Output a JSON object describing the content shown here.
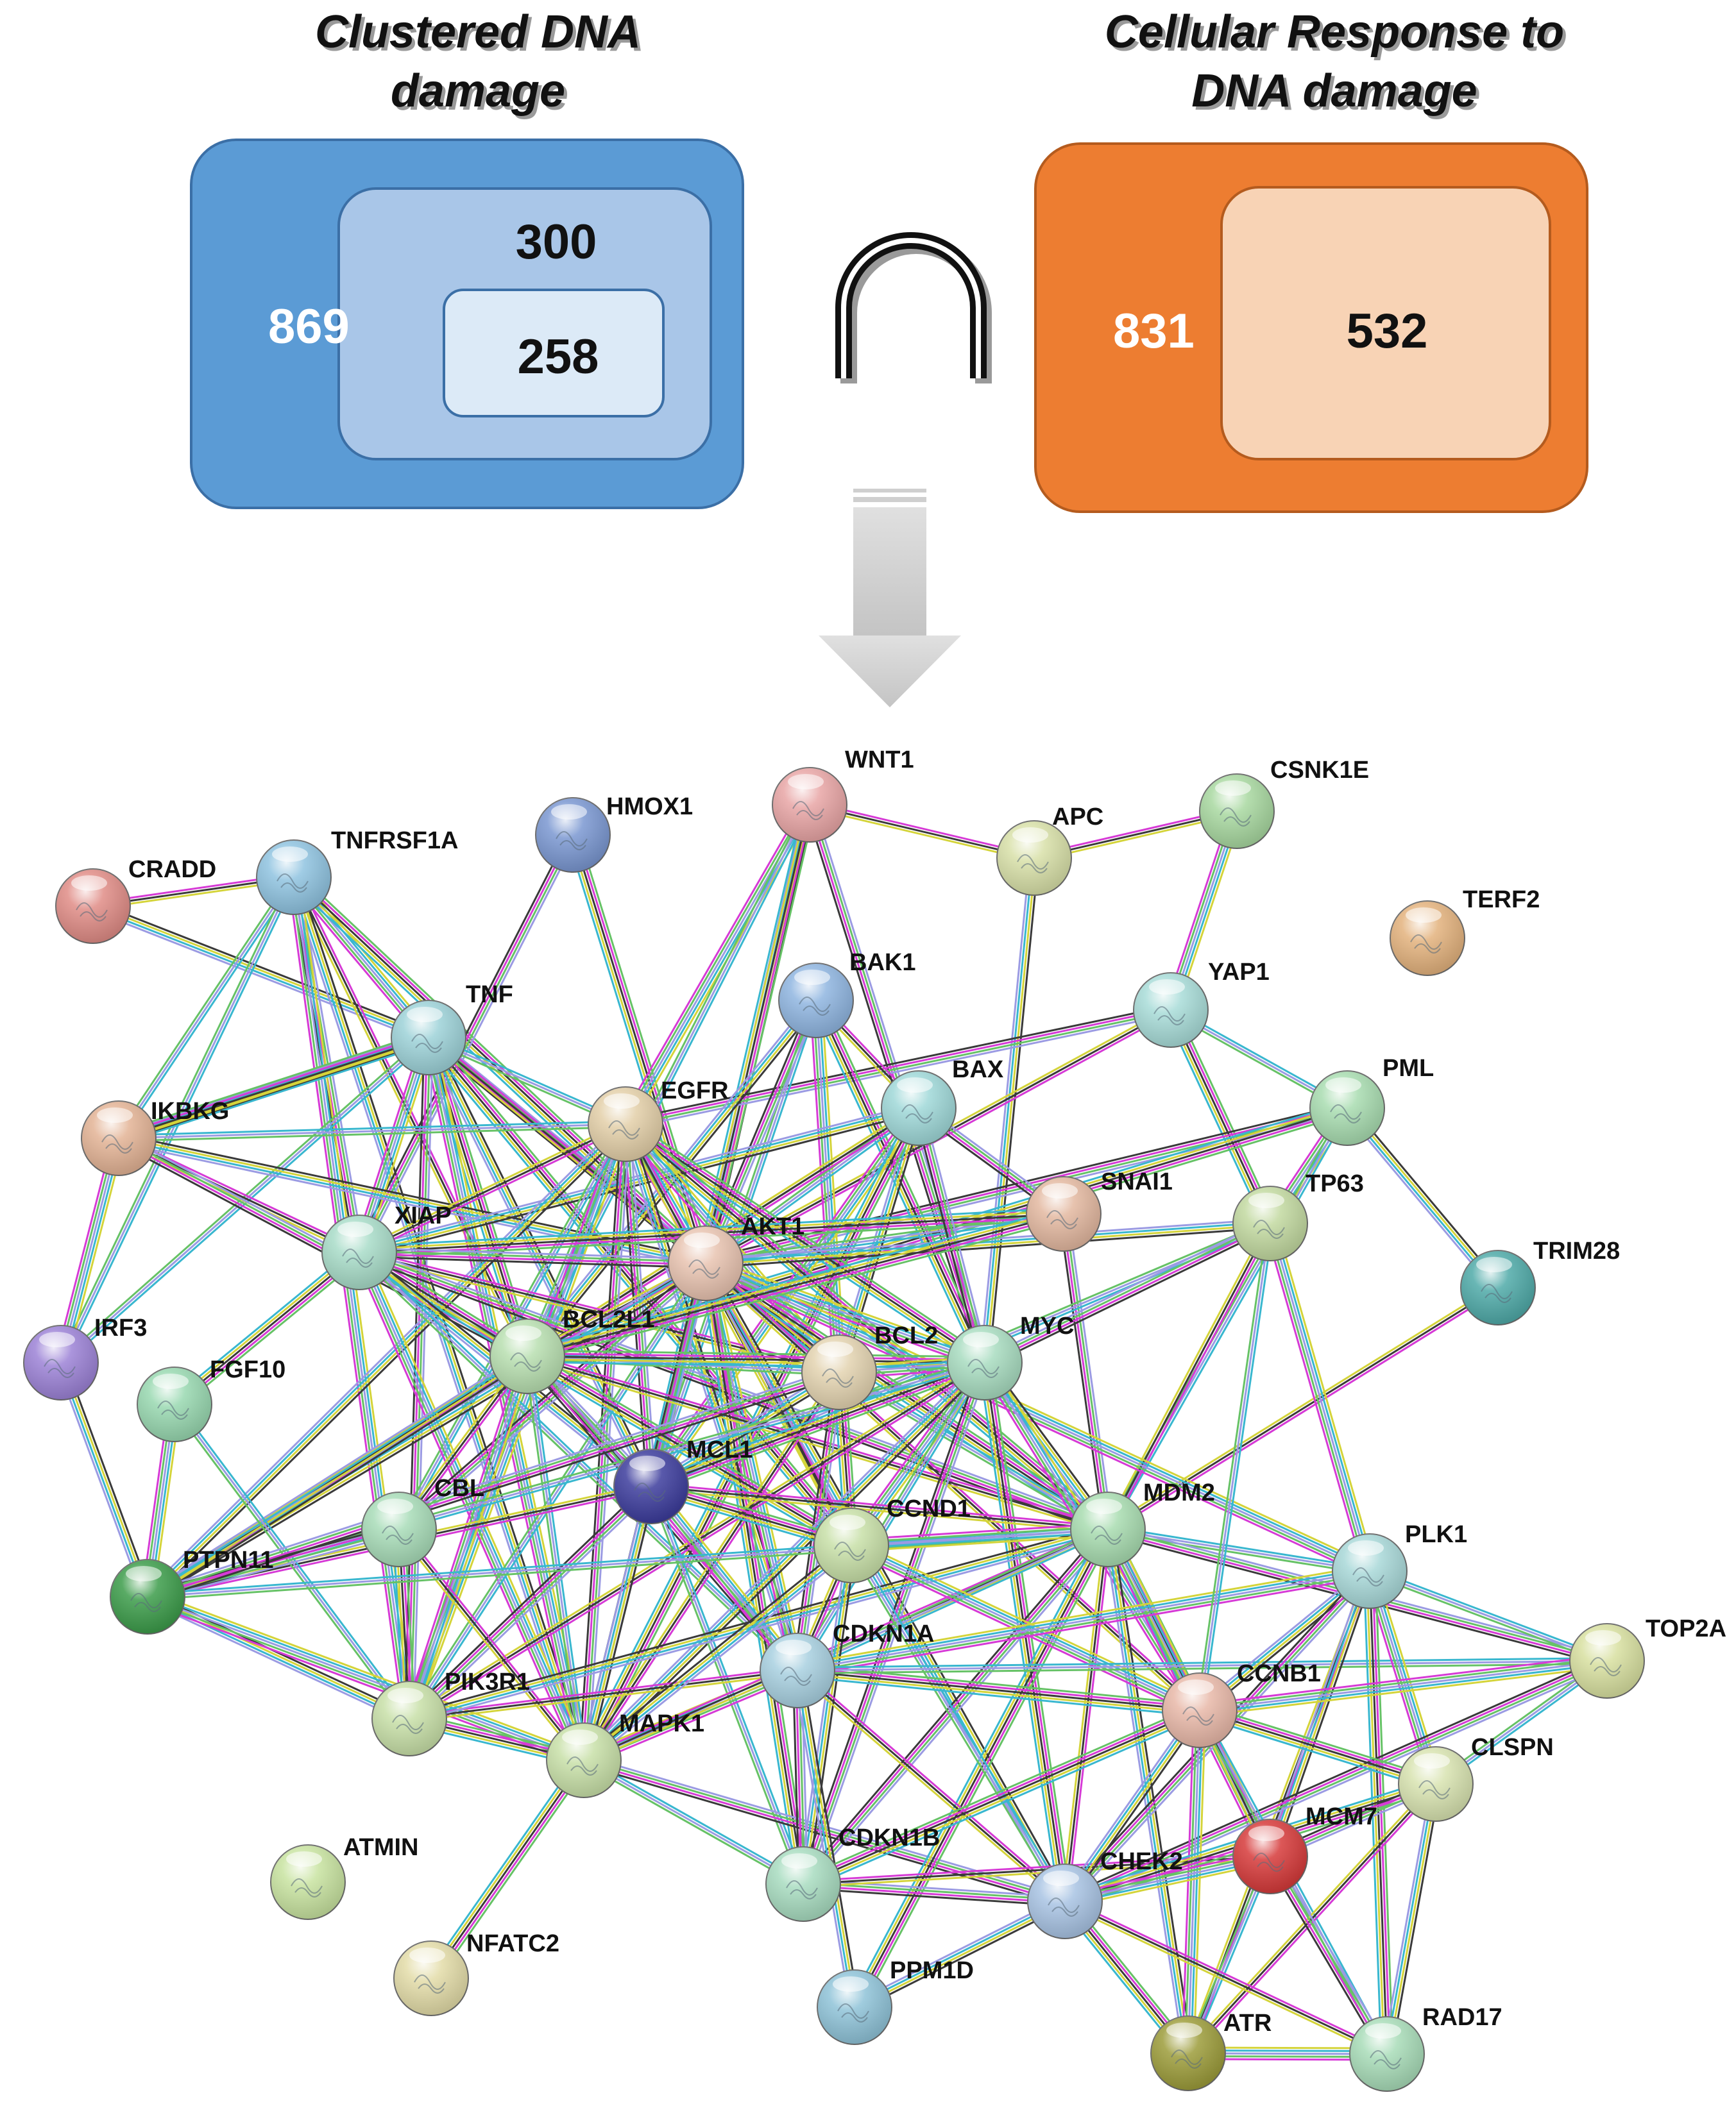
{
  "venn": {
    "left": {
      "title": [
        "Clustered DNA",
        "damage"
      ],
      "outer_count": "869",
      "middle_count": "300",
      "inner_count": "258",
      "colors": {
        "outer": "#5b9bd5",
        "middle": "#a9c6e8",
        "inner": "#dceaf7",
        "outer_text": "#ffffff"
      }
    },
    "right": {
      "title": [
        "Cellular Response to",
        "DNA damage"
      ],
      "outer_count": "831",
      "inner_count": "532",
      "colors": {
        "outer": "#ed7d31",
        "inner": "#f8d3b5",
        "outer_text": "#ffffff"
      }
    },
    "operator_symbol": "∩",
    "arrow_icon": "down-arrow-icon"
  },
  "network": {
    "edge_colors": [
      "#d63ad6",
      "#3a3a3a",
      "#d4d43a",
      "#39b7cf",
      "#9b9be3",
      "#66c266"
    ],
    "nodes": [
      {
        "id": "WNT1",
        "color": "#e8a5a5"
      },
      {
        "id": "HMOX1",
        "color": "#7a97d1"
      },
      {
        "id": "CSNK1E",
        "color": "#a8d8a0"
      },
      {
        "id": "APC",
        "color": "#d8e0a8"
      },
      {
        "id": "TNFRSF1A",
        "color": "#8fc3e0"
      },
      {
        "id": "CRADD",
        "color": "#e08c86"
      },
      {
        "id": "TERF2",
        "color": "#e3b27d"
      },
      {
        "id": "BAK1",
        "color": "#8fb5e0"
      },
      {
        "id": "TNF",
        "color": "#9dd2d8"
      },
      {
        "id": "YAP1",
        "color": "#a8dcd8"
      },
      {
        "id": "BAX",
        "color": "#9fd8d8"
      },
      {
        "id": "IKBKG",
        "color": "#e3b395"
      },
      {
        "id": "EGFR",
        "color": "#e3cfa8"
      },
      {
        "id": "PML",
        "color": "#a8dcb0"
      },
      {
        "id": "SNAI1",
        "color": "#e3b8a0"
      },
      {
        "id": "TP63",
        "color": "#c2d9a0"
      },
      {
        "id": "XIAP",
        "color": "#a8dcc8"
      },
      {
        "id": "AKT1",
        "color": "#e8c3b0"
      },
      {
        "id": "TRIM28",
        "color": "#4faaa8"
      },
      {
        "id": "IRF3",
        "color": "#9c82d6"
      },
      {
        "id": "BCL2L1",
        "color": "#b8dfb0"
      },
      {
        "id": "BCL2",
        "color": "#e3d3b0"
      },
      {
        "id": "MYC",
        "color": "#a8dcc0"
      },
      {
        "id": "FGF10",
        "color": "#98d8b0"
      },
      {
        "id": "MCL1",
        "color": "#3c3c9c"
      },
      {
        "id": "CBL",
        "color": "#a8dcb8"
      },
      {
        "id": "MDM2",
        "color": "#a8dcb0"
      },
      {
        "id": "CCND1",
        "color": "#c8e0a8"
      },
      {
        "id": "PTPN11",
        "color": "#3c9c4a"
      },
      {
        "id": "PLK1",
        "color": "#a8d8d8"
      },
      {
        "id": "CDKN1A",
        "color": "#a8d0e0"
      },
      {
        "id": "TOP2A",
        "color": "#d8e0a0"
      },
      {
        "id": "CCNB1",
        "color": "#e8b8a8"
      },
      {
        "id": "PIK3R1",
        "color": "#c8e0a8"
      },
      {
        "id": "MAPK1",
        "color": "#c8e0a8"
      },
      {
        "id": "CLSPN",
        "color": "#d8e3b0"
      },
      {
        "id": "MCM7",
        "color": "#d63a3a"
      },
      {
        "id": "ATMIN",
        "color": "#c8e3a0"
      },
      {
        "id": "CDKN1B",
        "color": "#a8dcc0"
      },
      {
        "id": "CHEK2",
        "color": "#a8c3e3"
      },
      {
        "id": "NFATC2",
        "color": "#e3dca8"
      },
      {
        "id": "PPM1D",
        "color": "#8fc3d8"
      },
      {
        "id": "ATR",
        "color": "#9c9c3a"
      },
      {
        "id": "RAD17",
        "color": "#a8dcb8"
      }
    ],
    "edges": [
      [
        "CRADD",
        "TNFRSF1A"
      ],
      [
        "CRADD",
        "TNF"
      ],
      [
        "TNFRSF1A",
        "TNF"
      ],
      [
        "TNFRSF1A",
        "IKBKG"
      ],
      [
        "TNFRSF1A",
        "XIAP"
      ],
      [
        "TNFRSF1A",
        "AKT1"
      ],
      [
        "TNFRSF1A",
        "BCL2L1"
      ],
      [
        "TNFRSF1A",
        "MAPK1"
      ],
      [
        "TNFRSF1A",
        "PIK3R1"
      ],
      [
        "TNFRSF1A",
        "IRF3"
      ],
      [
        "HMOX1",
        "XIAP"
      ],
      [
        "HMOX1",
        "AKT1"
      ],
      [
        "WNT1",
        "APC"
      ],
      [
        "WNT1",
        "AKT1"
      ],
      [
        "WNT1",
        "EGFR"
      ],
      [
        "WNT1",
        "BCL2L1"
      ],
      [
        "WNT1",
        "MYC"
      ],
      [
        "WNT1",
        "MCL1"
      ],
      [
        "APC",
        "CSNK1E"
      ],
      [
        "APC",
        "MYC"
      ],
      [
        "CSNK1E",
        "YAP1"
      ],
      [
        "YAP1",
        "PML"
      ],
      [
        "YAP1",
        "EGFR"
      ],
      [
        "YAP1",
        "TP63"
      ],
      [
        "YAP1",
        "AKT1"
      ],
      [
        "PML",
        "TRIM28"
      ],
      [
        "PML",
        "TP63"
      ],
      [
        "PML",
        "MDM2"
      ],
      [
        "PML",
        "AKT1"
      ],
      [
        "PML",
        "BCL2L1"
      ],
      [
        "TRIM28",
        "MDM2"
      ],
      [
        "TNF",
        "IKBKG"
      ],
      [
        "TNF",
        "XIAP"
      ],
      [
        "TNF",
        "EGFR"
      ],
      [
        "TNF",
        "AKT1"
      ],
      [
        "TNF",
        "BCL2L1"
      ],
      [
        "TNF",
        "BCL2"
      ],
      [
        "TNF",
        "MCL1"
      ],
      [
        "TNF",
        "MAPK1"
      ],
      [
        "TNF",
        "IRF3"
      ],
      [
        "TNF",
        "PIK3R1"
      ],
      [
        "TNF",
        "CCND1"
      ],
      [
        "IKBKG",
        "XIAP"
      ],
      [
        "IKBKG",
        "AKT1"
      ],
      [
        "IKBKG",
        "IRF3"
      ],
      [
        "IKBKG",
        "EGFR"
      ],
      [
        "IKBKG",
        "BCL2L1"
      ],
      [
        "IKBKG",
        "TNF"
      ],
      [
        "BAK1",
        "BAX"
      ],
      [
        "BAK1",
        "BCL2L1"
      ],
      [
        "BAK1",
        "BCL2"
      ],
      [
        "BAK1",
        "MCL1"
      ],
      [
        "BAK1",
        "AKT1"
      ],
      [
        "BAK1",
        "MYC"
      ],
      [
        "BAX",
        "BCL2L1"
      ],
      [
        "BAX",
        "BCL2"
      ],
      [
        "BAX",
        "MCL1"
      ],
      [
        "BAX",
        "AKT1"
      ],
      [
        "BAX",
        "SNAI1"
      ],
      [
        "BAX",
        "MAPK1"
      ],
      [
        "BAX",
        "PTPN11"
      ],
      [
        "BAX",
        "XIAP"
      ],
      [
        "EGFR",
        "AKT1"
      ],
      [
        "EGFR",
        "BCL2L1"
      ],
      [
        "EGFR",
        "MCL1"
      ],
      [
        "EGFR",
        "MYC"
      ],
      [
        "EGFR",
        "CCND1"
      ],
      [
        "EGFR",
        "PTPN11"
      ],
      [
        "EGFR",
        "PIK3R1"
      ],
      [
        "EGFR",
        "CBL"
      ],
      [
        "EGFR",
        "MAPK1"
      ],
      [
        "EGFR",
        "MDM2"
      ],
      [
        "EGFR",
        "XIAP"
      ],
      [
        "EGFR",
        "CDKN1A"
      ],
      [
        "EGFR",
        "BCL2"
      ],
      [
        "SNAI1",
        "AKT1"
      ],
      [
        "SNAI1",
        "MDM2"
      ],
      [
        "SNAI1",
        "XIAP"
      ],
      [
        "TP63",
        "MDM2"
      ],
      [
        "TP63",
        "AKT1"
      ],
      [
        "TP63",
        "PLK1"
      ],
      [
        "TP63",
        "MCL1"
      ],
      [
        "XIAP",
        "AKT1"
      ],
      [
        "XIAP",
        "BCL2L1"
      ],
      [
        "XIAP",
        "BCL2"
      ],
      [
        "XIAP",
        "MCL1"
      ],
      [
        "XIAP",
        "MAPK1"
      ],
      [
        "XIAP",
        "CDKN1A"
      ],
      [
        "XIAP",
        "MDM2"
      ],
      [
        "XIAP",
        "FGF10"
      ],
      [
        "AKT1",
        "BCL2L1"
      ],
      [
        "AKT1",
        "BCL2"
      ],
      [
        "AKT1",
        "MYC"
      ],
      [
        "AKT1",
        "MCL1"
      ],
      [
        "AKT1",
        "CBL"
      ],
      [
        "AKT1",
        "MDM2"
      ],
      [
        "AKT1",
        "CCND1"
      ],
      [
        "AKT1",
        "PTPN11"
      ],
      [
        "AKT1",
        "CDKN1A"
      ],
      [
        "AKT1",
        "PIK3R1"
      ],
      [
        "AKT1",
        "MAPK1"
      ],
      [
        "AKT1",
        "CDKN1B"
      ],
      [
        "AKT1",
        "CCNB1"
      ],
      [
        "AKT1",
        "CHEK2"
      ],
      [
        "AKT1",
        "PLK1"
      ],
      [
        "BCL2L1",
        "BCL2"
      ],
      [
        "BCL2L1",
        "MCL1"
      ],
      [
        "BCL2L1",
        "MYC"
      ],
      [
        "BCL2L1",
        "MDM2"
      ],
      [
        "BCL2L1",
        "PTPN11"
      ],
      [
        "BCL2L1",
        "PIK3R1"
      ],
      [
        "BCL2L1",
        "MAPK1"
      ],
      [
        "BCL2L1",
        "CDKN1A"
      ],
      [
        "BCL2L1",
        "CCND1"
      ],
      [
        "BCL2L1",
        "CBL"
      ],
      [
        "BCL2",
        "MCL1"
      ],
      [
        "BCL2",
        "MYC"
      ],
      [
        "BCL2",
        "MDM2"
      ],
      [
        "BCL2",
        "CDKN1A"
      ],
      [
        "BCL2",
        "CCND1"
      ],
      [
        "BCL2",
        "MAPK1"
      ],
      [
        "MYC",
        "MDM2"
      ],
      [
        "MYC",
        "CCND1"
      ],
      [
        "MYC",
        "CDKN1A"
      ],
      [
        "MYC",
        "CDKN1B"
      ],
      [
        "MYC",
        "MCL1"
      ],
      [
        "MYC",
        "PIK3R1"
      ],
      [
        "MYC",
        "MAPK1"
      ],
      [
        "MYC",
        "CCNB1"
      ],
      [
        "MYC",
        "PTPN11"
      ],
      [
        "MYC",
        "TP63"
      ],
      [
        "MYC",
        "CHEK2"
      ],
      [
        "MCL1",
        "MDM2"
      ],
      [
        "MCL1",
        "MAPK1"
      ],
      [
        "MCL1",
        "CDKN1A"
      ],
      [
        "MCL1",
        "CDKN1B"
      ],
      [
        "MCL1",
        "PIK3R1"
      ],
      [
        "MCL1",
        "CCND1"
      ],
      [
        "MCL1",
        "PTPN11"
      ],
      [
        "IRF3",
        "PTPN11"
      ],
      [
        "FGF10",
        "PTPN11"
      ],
      [
        "FGF10",
        "PIK3R1"
      ],
      [
        "CBL",
        "PTPN11"
      ],
      [
        "CBL",
        "PIK3R1"
      ],
      [
        "CBL",
        "MAPK1"
      ],
      [
        "PTPN11",
        "PIK3R1"
      ],
      [
        "PTPN11",
        "MAPK1"
      ],
      [
        "PTPN11",
        "MDM2"
      ],
      [
        "PTPN11",
        "BCL2"
      ],
      [
        "PIK3R1",
        "MAPK1"
      ],
      [
        "PIK3R1",
        "CDKN1A"
      ],
      [
        "PIK3R1",
        "MDM2"
      ],
      [
        "MAPK1",
        "CDKN1A"
      ],
      [
        "MAPK1",
        "CDKN1B"
      ],
      [
        "MAPK1",
        "CHEK2"
      ],
      [
        "MAPK1",
        "NFATC2"
      ],
      [
        "MAPK1",
        "MDM2"
      ],
      [
        "MAPK1",
        "CCND1"
      ],
      [
        "MDM2",
        "CCND1"
      ],
      [
        "MDM2",
        "CDKN1A"
      ],
      [
        "MDM2",
        "CDKN1B"
      ],
      [
        "MDM2",
        "CCNB1"
      ],
      [
        "MDM2",
        "CHEK2"
      ],
      [
        "MDM2",
        "ATR"
      ],
      [
        "MDM2",
        "MCM7"
      ],
      [
        "MDM2",
        "PLK1"
      ],
      [
        "MDM2",
        "TOP2A"
      ],
      [
        "MDM2",
        "PPM1D"
      ],
      [
        "CCND1",
        "CDKN1A"
      ],
      [
        "CCND1",
        "CDKN1B"
      ],
      [
        "CCND1",
        "CCNB1"
      ],
      [
        "CCND1",
        "CHEK2"
      ],
      [
        "CDKN1A",
        "CDKN1B"
      ],
      [
        "CDKN1A",
        "CCNB1"
      ],
      [
        "CDKN1A",
        "CHEK2"
      ],
      [
        "CDKN1A",
        "PPM1D"
      ],
      [
        "CDKN1A",
        "PLK1"
      ],
      [
        "CDKN1A",
        "TOP2A"
      ],
      [
        "CDKN1B",
        "CHEK2"
      ],
      [
        "CDKN1B",
        "CCNB1"
      ],
      [
        "CDKN1B",
        "MCM7"
      ],
      [
        "PLK1",
        "CCNB1"
      ],
      [
        "PLK1",
        "CLSPN"
      ],
      [
        "PLK1",
        "TOP2A"
      ],
      [
        "PLK1",
        "CHEK2"
      ],
      [
        "PLK1",
        "RAD17"
      ],
      [
        "PLK1",
        "ATR"
      ],
      [
        "PLK1",
        "MCM7"
      ],
      [
        "TOP2A",
        "CCNB1"
      ],
      [
        "TOP2A",
        "CLSPN"
      ],
      [
        "TOP2A",
        "CHEK2"
      ],
      [
        "CCNB1",
        "CLSPN"
      ],
      [
        "CCNB1",
        "MCM7"
      ],
      [
        "CCNB1",
        "CHEK2"
      ],
      [
        "CCNB1",
        "ATR"
      ],
      [
        "CCNB1",
        "RAD17"
      ],
      [
        "CLSPN",
        "MCM7"
      ],
      [
        "CLSPN",
        "CHEK2"
      ],
      [
        "CLSPN",
        "ATR"
      ],
      [
        "CLSPN",
        "RAD17"
      ],
      [
        "MCM7",
        "CHEK2"
      ],
      [
        "MCM7",
        "ATR"
      ],
      [
        "MCM7",
        "RAD17"
      ],
      [
        "CHEK2",
        "ATR"
      ],
      [
        "CHEK2",
        "RAD17"
      ],
      [
        "CHEK2",
        "PPM1D"
      ],
      [
        "ATR",
        "RAD17"
      ],
      [
        "TP63",
        "CCNB1"
      ],
      [
        "BAX",
        "MYC"
      ],
      [
        "SNAI1",
        "BCL2L1"
      ]
    ]
  }
}
